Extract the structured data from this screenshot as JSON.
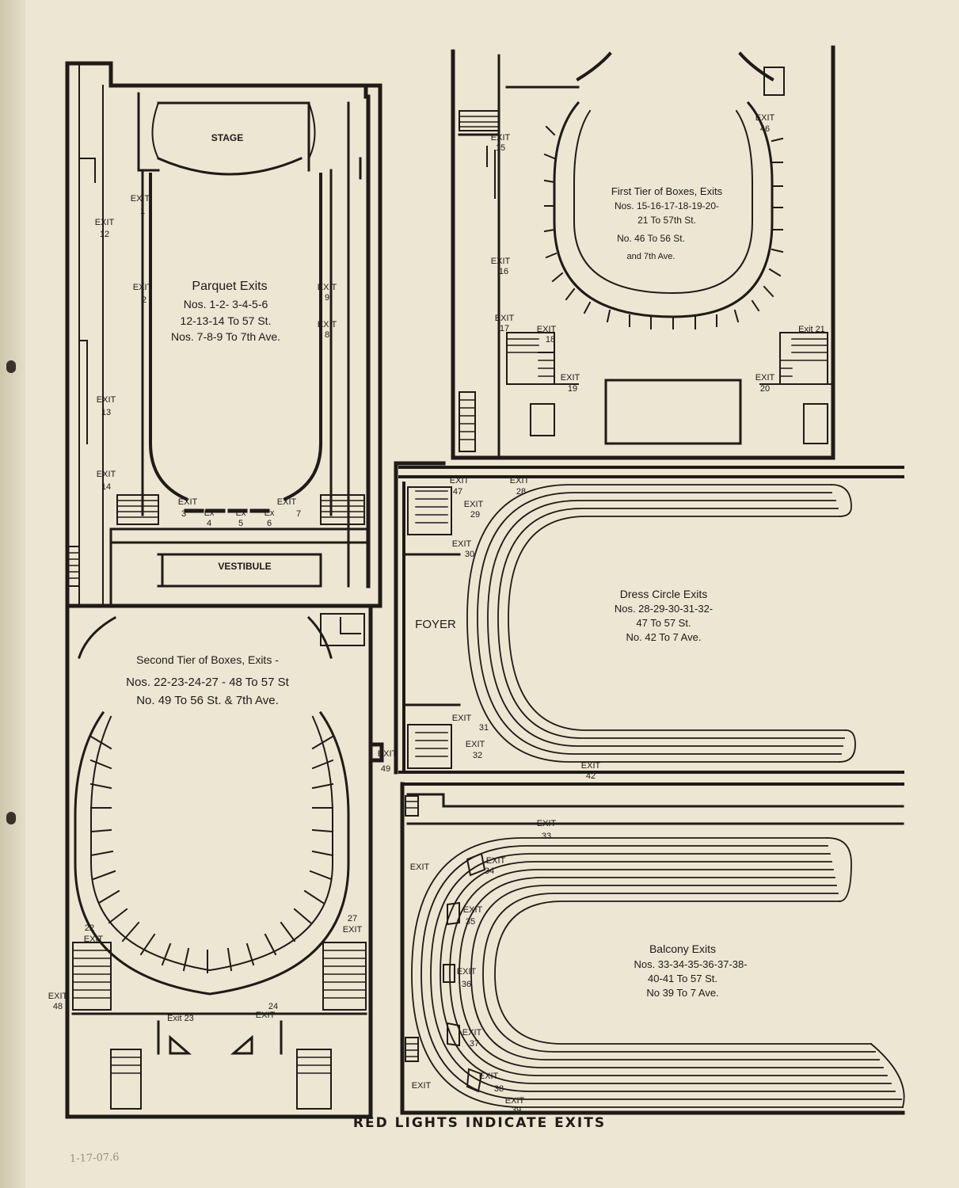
{
  "stage": "STAGE",
  "vestibule": "VESTIBULE",
  "foyer": "FOYER",
  "parquet": {
    "title": "Parquet Exits",
    "line1": "Nos. 1-2- 3-4-5-6",
    "line2": "12-13-14 To 57 St.",
    "line3": "Nos. 7-8-9 To 7th Ave."
  },
  "first_tier": {
    "line1": "First Tier of Boxes, Exits",
    "line2": "Nos. 15-16-17-18-19-20-",
    "line3": "21 To 57th St.",
    "line4": "No. 46 To 56 St.",
    "line5": "and 7th Ave."
  },
  "second_tier": {
    "line1": "Second Tier of Boxes, Exits -",
    "line2": "Nos. 22-23-24-27 - 48 To 57 St",
    "line3": "No. 49 To 56 St. & 7th Ave."
  },
  "dress_circle": {
    "line1": "Dress Circle Exits",
    "line2": "Nos. 28-29-30-31-32-",
    "line3": "47 To 57 St.",
    "line4": "No. 42 To 7 Ave."
  },
  "balcony": {
    "line1": "Balcony Exits",
    "line2": "Nos. 33-34-35-36-37-38-",
    "line3": "40-41 To 57 St.",
    "line4": "No 39 To 7 Ave."
  },
  "exit_word": "EXIT",
  "ex_word": "Ex",
  "exits": {
    "e1": "1",
    "e2": "2",
    "e3": "3",
    "e4": "4",
    "e5": "5",
    "e6": "6",
    "e7": "7",
    "e8": "8",
    "e9": "9",
    "e12": "12",
    "e13": "13",
    "e14": "14",
    "e15": "15",
    "e16": "16",
    "e17": "17",
    "e18": "18",
    "e19": "19",
    "e20": "20",
    "e21": "21",
    "e22": "22",
    "e23": "23",
    "e24": "24",
    "e27": "27",
    "e28": "28",
    "e29": "29",
    "e30": "30",
    "e31": "31",
    "e32": "32",
    "e33": "33",
    "e34": "34",
    "e35": "35",
    "e36": "36",
    "e37": "37",
    "e38": "38",
    "e39": "39",
    "e42": "42",
    "e46": "46",
    "e47": "47",
    "e48": "48",
    "e49": "49"
  },
  "exit_21_label": "Exit 21",
  "exit_23_label": "Exit 23",
  "footer": "RED LIGHTS INDICATE EXITS",
  "pencil_note": "1-17-07.6"
}
